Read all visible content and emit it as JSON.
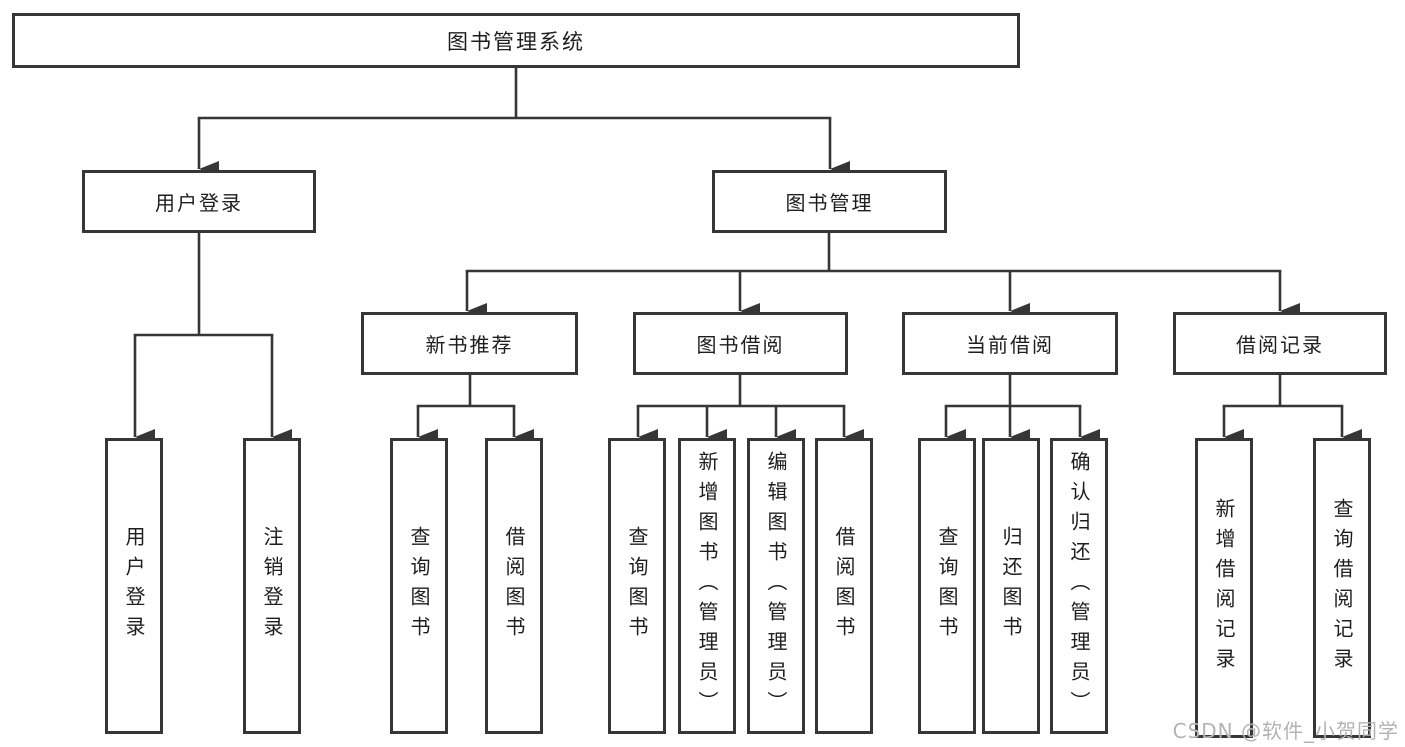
{
  "diagram": {
    "type": "hierarchy-tree",
    "root": {
      "label": "图书管理系统"
    },
    "level2": [
      {
        "label": "用户登录",
        "parent": "图书管理系统"
      },
      {
        "label": "图书管理",
        "parent": "图书管理系统"
      }
    ],
    "level3": [
      {
        "label": "新书推荐",
        "parent": "图书管理"
      },
      {
        "label": "图书借阅",
        "parent": "图书管理"
      },
      {
        "label": "当前借阅",
        "parent": "图书管理"
      },
      {
        "label": "借阅记录",
        "parent": "图书管理"
      }
    ],
    "leaves": [
      {
        "label": "用户登录",
        "parent": "用户登录"
      },
      {
        "label": "注销登录",
        "parent": "用户登录"
      },
      {
        "label": "查询图书",
        "parent": "新书推荐"
      },
      {
        "label": "借阅图书",
        "parent": "新书推荐"
      },
      {
        "label": "查询图书",
        "parent": "图书借阅"
      },
      {
        "label": "新增图书（管理员）",
        "parent": "图书借阅"
      },
      {
        "label": "编辑图书（管理员）",
        "parent": "图书借阅"
      },
      {
        "label": "借阅图书",
        "parent": "图书借阅"
      },
      {
        "label": "查询图书",
        "parent": "当前借阅"
      },
      {
        "label": "归还图书",
        "parent": "当前借阅"
      },
      {
        "label": "确认归还（管理员）",
        "parent": "当前借阅"
      },
      {
        "label": "新增借阅记录",
        "parent": "借阅记录"
      },
      {
        "label": "查询借阅记录",
        "parent": "借阅记录"
      }
    ]
  },
  "watermark": {
    "text": "CSDN @软件_小贺同学"
  },
  "colors": {
    "line": "#363636",
    "box_border": "#363636",
    "box_fill": "#ffffff",
    "text": "#1e1e1e",
    "watermark": "#b3b3b3",
    "background": "#ffffff"
  }
}
